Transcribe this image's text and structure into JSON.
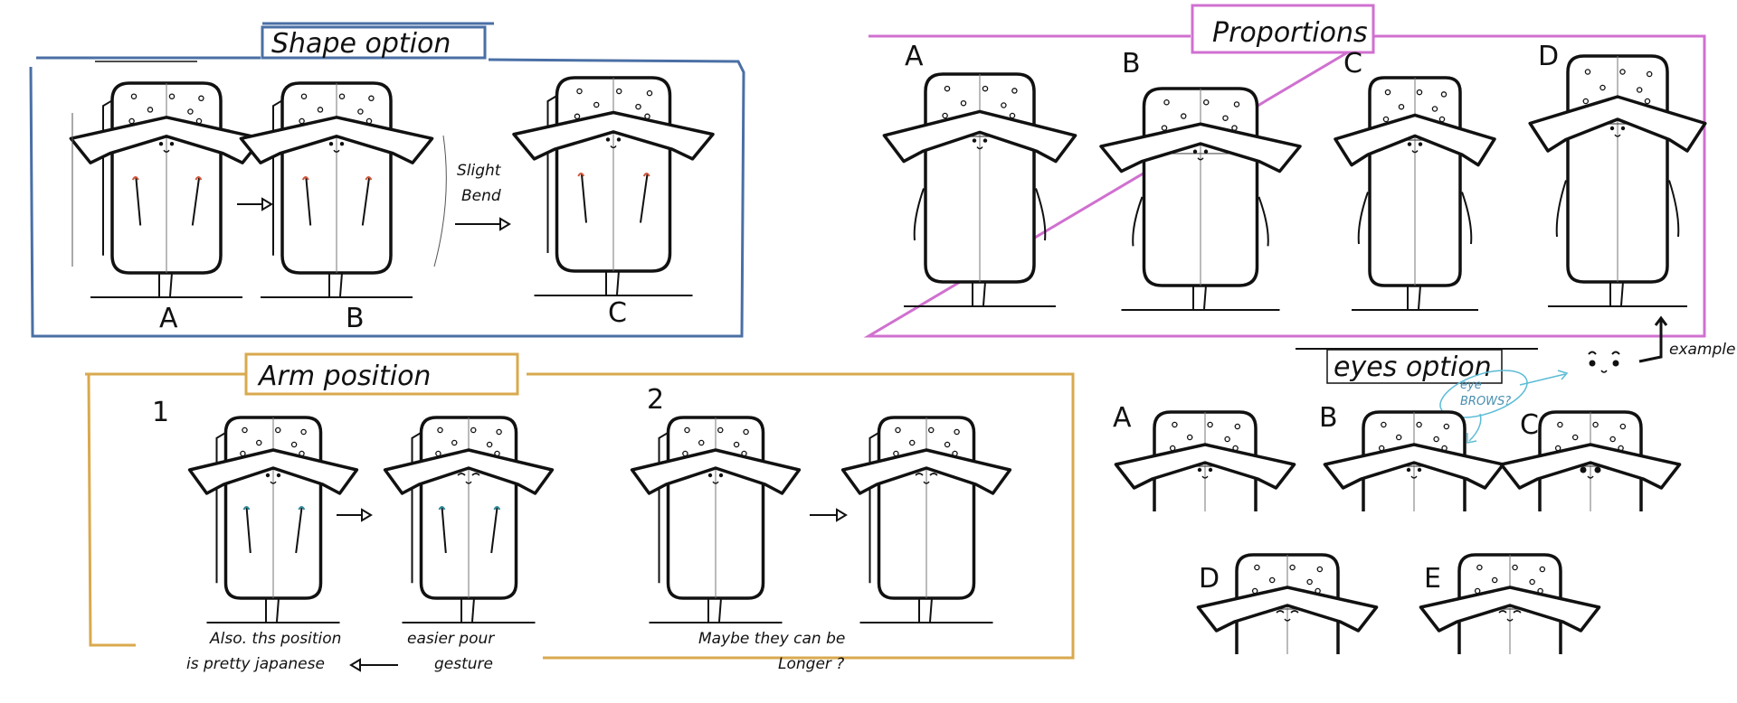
{
  "colors": {
    "shape_frame": "#4a6fa5",
    "proportions_frame": "#d070d0",
    "arm_frame": "#d9a94e",
    "annotation": "#5bbcd6",
    "elbow_accent": "#d2553a",
    "arm_accent": "#2f8a9a"
  },
  "shape_option": {
    "title": "Shape option",
    "labels": [
      "A",
      "B",
      "C"
    ],
    "note_line1": "Slight",
    "note_line2": "Bend"
  },
  "proportions": {
    "title": "Proportions",
    "labels": [
      "A",
      "B",
      "C",
      "D"
    ],
    "example_note": "example"
  },
  "arm_position": {
    "title": "Arm position",
    "labels": [
      "1",
      "2"
    ],
    "note1_line1": "Also. ths position",
    "note1_line2": "is pretty japanese",
    "note2_line1": "easier pour",
    "note2_line2": "gesture",
    "note3_line1": "Maybe they can be",
    "note3_line2": "Longer ?"
  },
  "eyes_option": {
    "title": "eyes option",
    "labels": [
      "A",
      "B",
      "C",
      "D",
      "E"
    ],
    "eyebrows_note_line1": "eye",
    "eyebrows_note_line2": "BROWS?"
  }
}
